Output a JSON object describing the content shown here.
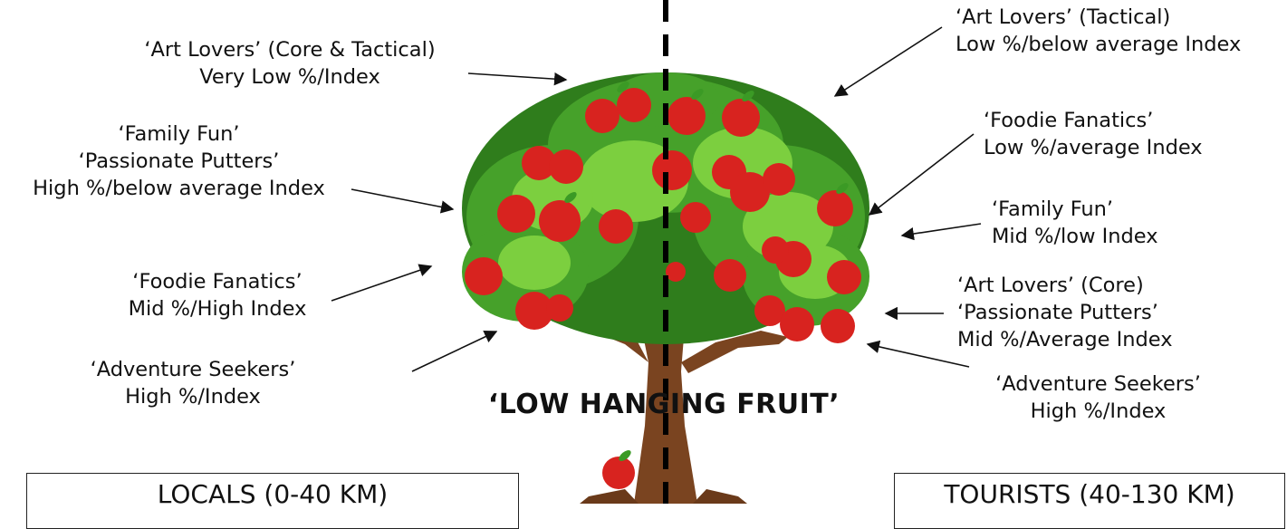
{
  "headline": "‘LOW HANGING FRUIT’",
  "left_labels": [
    {
      "lines": [
        "‘Art Lovers’ (Core & Tactical)",
        "Very Low %/Index"
      ]
    },
    {
      "lines": [
        "‘Family Fun’",
        "‘Passionate Putters’",
        "High %/below average Index"
      ]
    },
    {
      "lines": [
        "‘Foodie Fanatics’",
        "Mid %/High Index"
      ]
    },
    {
      "lines": [
        "‘Adventure Seekers’",
        "High %/Index"
      ]
    }
  ],
  "right_labels": [
    {
      "lines": [
        "‘Art Lovers’ (Tactical)",
        "Low %/below average Index"
      ]
    },
    {
      "lines": [
        "‘Foodie Fanatics’",
        "Low %/average Index"
      ]
    },
    {
      "lines": [
        "‘Family Fun’",
        "Mid %/low Index"
      ]
    },
    {
      "lines": [
        "‘Art Lovers’ (Core)",
        "‘Passionate Putters’",
        "Mid %/Average Index"
      ]
    },
    {
      "lines": [
        "‘Adventure Seekers’",
        "High %/Index"
      ]
    }
  ],
  "boxes": {
    "left": "LOCALS (0-40 KM)",
    "right": "TOURISTS (40-130 KM)"
  },
  "colors": {
    "leaf_dark": "#2f7d1c",
    "leaf_mid": "#46a12a",
    "leaf_light": "#7ccf3f",
    "trunk": "#7a4420",
    "apple": "#d8231f"
  }
}
